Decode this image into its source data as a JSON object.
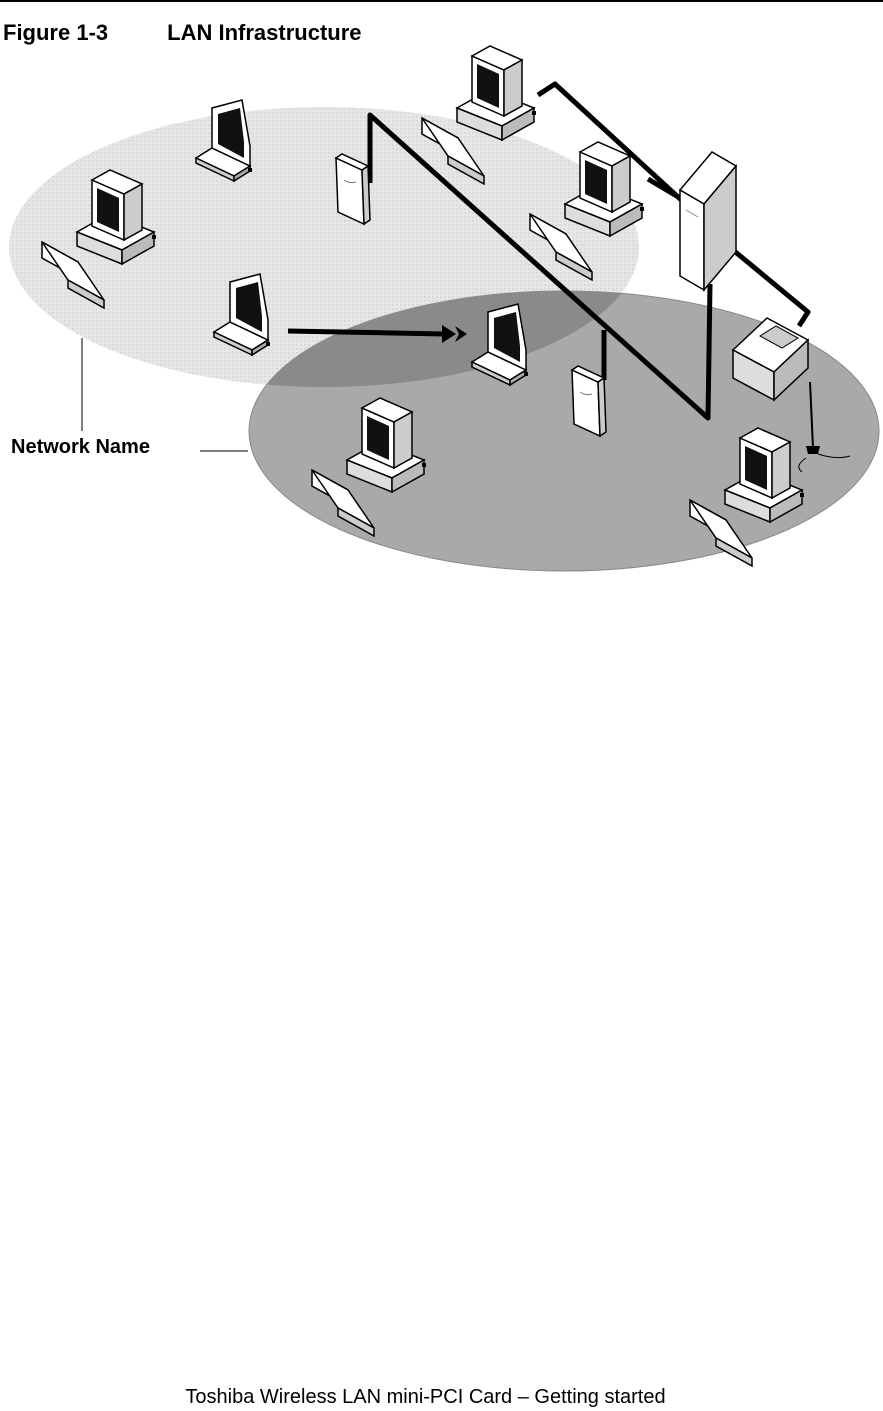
{
  "header": {
    "figure_number": "Figure 1-3",
    "figure_title": "LAN Infrastructure"
  },
  "diagram": {
    "label": "Network Name",
    "zone_colors": {
      "upper": "#e2e2e2",
      "lower": "#a9a9a9",
      "overlap": "#8a8a8a"
    }
  },
  "footer": {
    "text": "Toshiba Wireless LAN mini-PCI Card – Getting started"
  }
}
